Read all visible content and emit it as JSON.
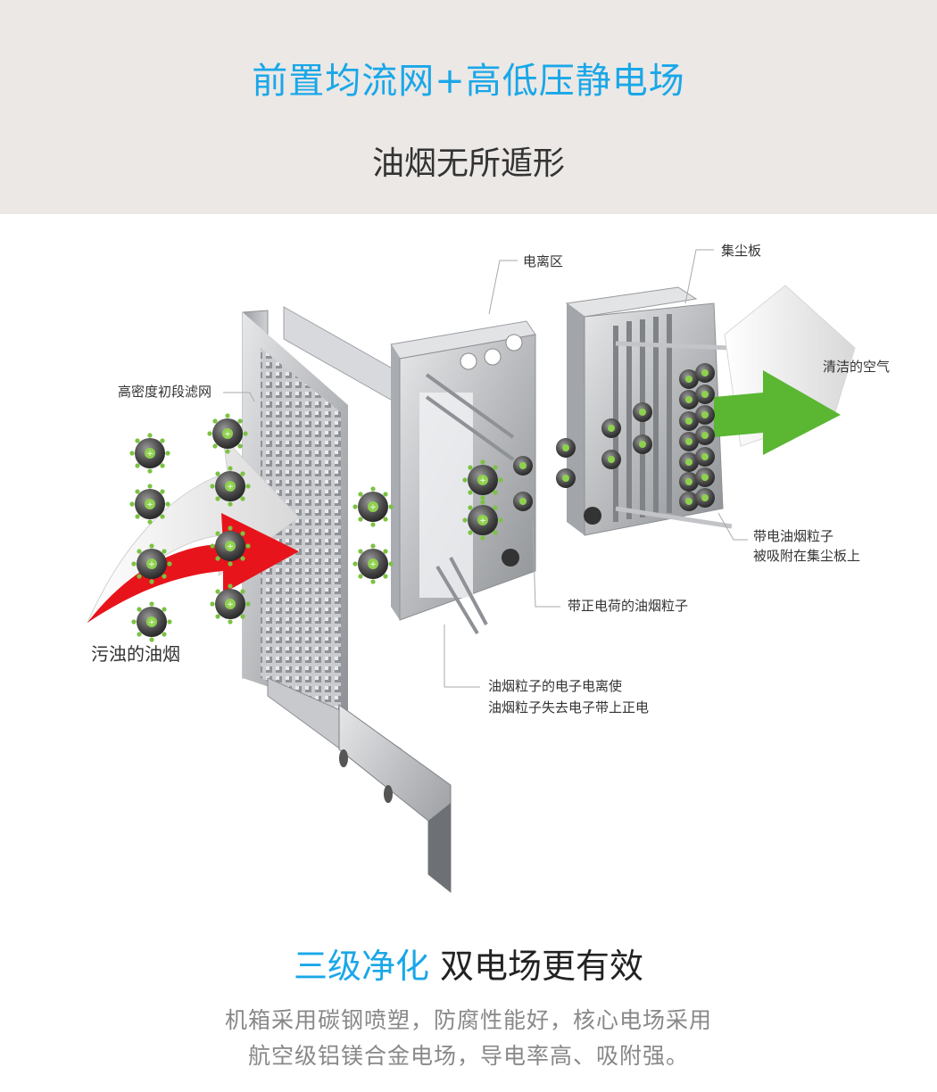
{
  "header": {
    "title": "前置均流网+高低压静电场",
    "subtitle": "油烟无所遁形"
  },
  "diagram": {
    "labels": {
      "filter": "高密度初段滤网",
      "ionization": "电离区",
      "collector": "集尘板",
      "clean_air": "清洁的空气",
      "dirty_smoke": "污浊的油烟",
      "positive_particles": "带正电荷的油烟粒子",
      "ionize_line1": "油烟粒子的电子电离使",
      "ionize_line2": "油烟粒子失去电子带上正电",
      "adsorbed_line1": "带电油烟粒子",
      "adsorbed_line2": "被吸附在集尘板上"
    }
  },
  "footer": {
    "title_highlight": "三级净化",
    "title_rest": "双电场更有效",
    "desc_line1": "机箱采用碳钢喷塑，防腐性能好，核心电场采用",
    "desc_line2": "航空级铝镁合金电场，导电率高、吸附强。"
  },
  "colors": {
    "accent": "#1aa7e8",
    "header_bg": "#ebe8e6",
    "arrow_red": "#e8141b",
    "arrow_green": "#5bb632",
    "particle_green": "#7cc242"
  },
  "icons": {
    "particle": "smoke-particle-icon",
    "dirty_arrow": "red-arrow-icon",
    "clean_arrow": "green-arrow-icon"
  }
}
